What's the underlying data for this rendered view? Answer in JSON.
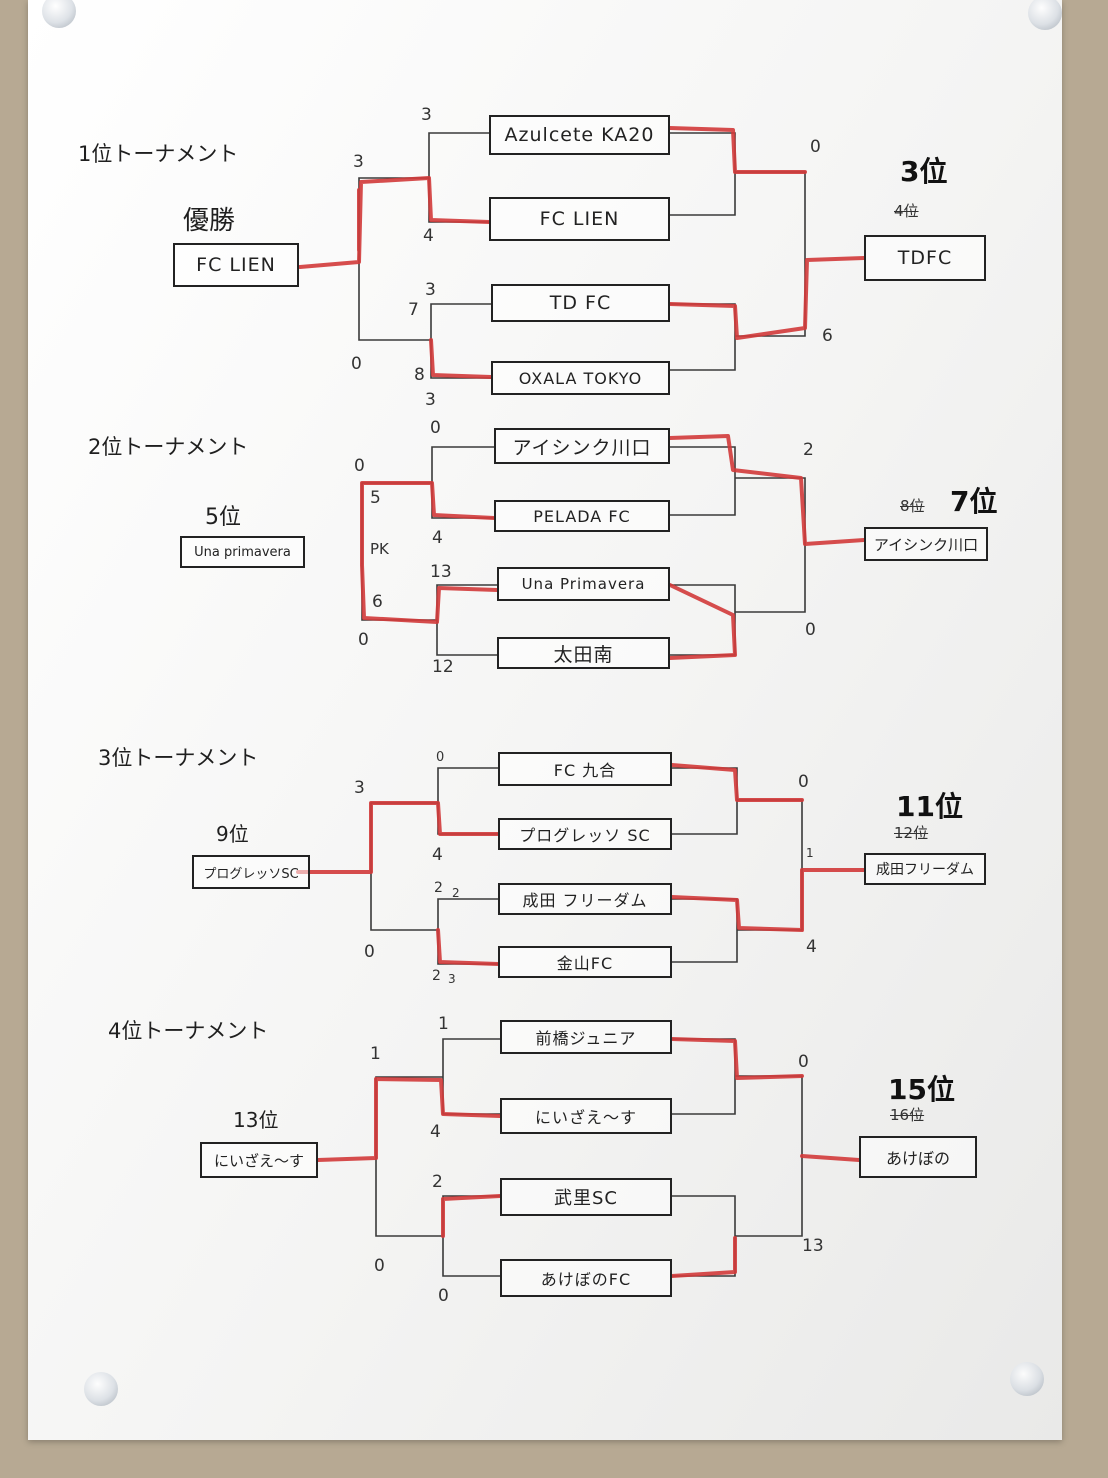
{
  "tournaments": [
    {
      "title": "1位トーナメント",
      "left_label": "優勝",
      "left_team": "FC LIEN",
      "right_label": "3位",
      "right_label_struck": "4位",
      "right_team": "TDFC",
      "teams": [
        "Azulcete KA20",
        "FC LIEN",
        "TD FC",
        "OXALA TOKYO"
      ],
      "scores": {
        "s1": "3",
        "s2": "4",
        "s3": "3",
        "s4": "3",
        "s5": "3",
        "s6": "0",
        "s7": "7",
        "s8": "8",
        "s9": "0",
        "s10": "6"
      }
    },
    {
      "title": "2位トーナメント",
      "left_label": "5位",
      "left_team": "Una primavera",
      "right_label": "7位",
      "right_label_struck": "8位",
      "right_team": "アイシンク川口",
      "teams": [
        "アイシンク川口",
        "PELADA FC",
        "Una Primavera",
        "太田南"
      ],
      "scores": {
        "s1": "0",
        "s2": "4",
        "s3": "13",
        "s4": "12",
        "s5": "0",
        "s6": "5",
        "s7": "PK",
        "s8": "6",
        "s9": "0",
        "s10": "2",
        "s11": "0"
      }
    },
    {
      "title": "3位トーナメント",
      "left_label": "9位",
      "left_team": "プログレッソSC",
      "right_label": "11位",
      "right_label_struck": "12位",
      "right_team": "成田フリーダム",
      "teams": [
        "FC 九合",
        "プログレッソ SC",
        "成田 フリーダム",
        "金山FC"
      ],
      "scores": {
        "s1": "0",
        "s2": "4",
        "s3": "2",
        "s4": "2",
        "s5": "2",
        "s6": "3",
        "s7": "3",
        "s8": "0",
        "s9": "0",
        "s10": "1",
        "s11": "4"
      }
    },
    {
      "title": "4位トーナメント",
      "left_label": "13位",
      "left_team": "にいざえ〜す",
      "right_label": "15位",
      "right_label_struck": "16位",
      "right_team": "あけぼの",
      "teams": [
        "前橋ジュニア",
        "にいざえ〜す",
        "武里SC",
        "あけぼのFC"
      ],
      "scores": {
        "s1": "1",
        "s2": "4",
        "s3": "2",
        "s4": "0",
        "s5": "1",
        "s6": "0",
        "s7": "0",
        "s8": "13"
      }
    }
  ]
}
